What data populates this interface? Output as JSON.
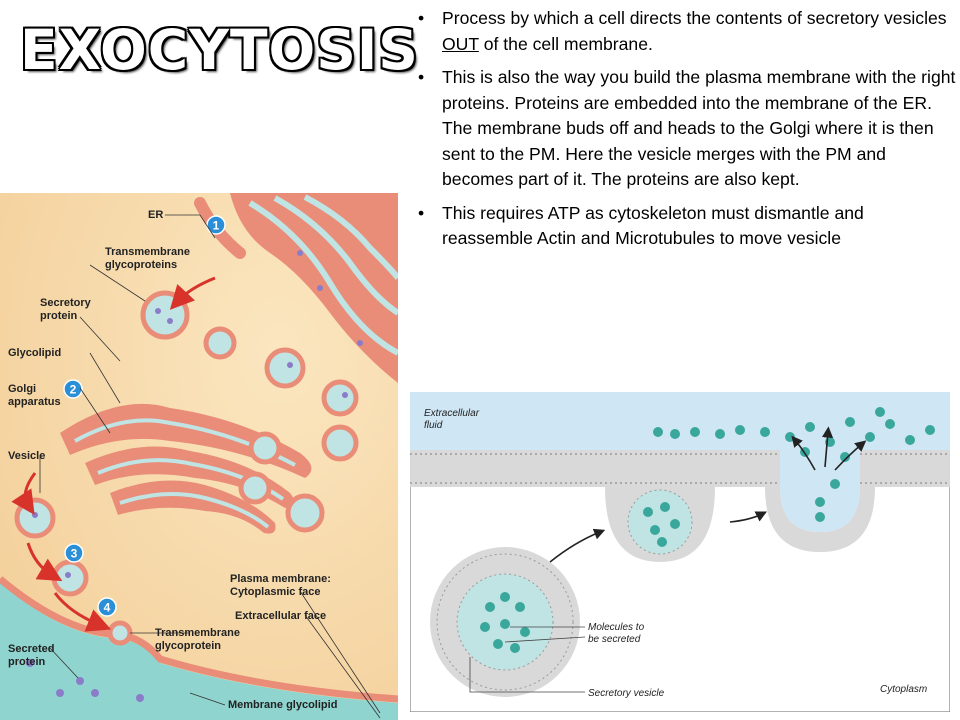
{
  "title": "EXOCYTOSIS",
  "bullets": [
    {
      "parts": [
        "Process by which a cell directs the contents of secretory vesicles ",
        "OUT",
        " of the cell membrane."
      ]
    },
    {
      "text": "This is also the way you build the plasma membrane with the right proteins. Proteins are embedded into the membrane of the ER. The membrane buds off and heads to the Golgi where it is then sent to the PM. Here the vesicle merges with the PM and becomes part of it. The proteins are also kept."
    },
    {
      "text": "This requires ATP as cytoskeleton must dismantle and reassemble Actin and Microtubules to move vesicle"
    }
  ],
  "bullet_symbol": "•",
  "figure1": {
    "labels": {
      "er": "ER",
      "tm_glyco_1": "Transmembrane",
      "tm_glyco_2": "glycoproteins",
      "secretory_1": "Secretory",
      "secretory_2": "protein",
      "glycolipid": "Glycolipid",
      "golgi_1": "Golgi",
      "golgi_2": "apparatus",
      "vesicle": "Vesicle",
      "plasma_membrane": "Plasma membrane:",
      "cytoplasmic_face": "Cytoplasmic face",
      "extracellular_face": "Extracellular face",
      "tm_glyco_b1": "Transmembrane",
      "tm_glyco_b2": "glycoprotein",
      "secreted_1": "Secreted",
      "secreted_2": "protein",
      "membrane_glycolipid": "Membrane glycolipid"
    },
    "steps": [
      "1",
      "2",
      "3",
      "4"
    ]
  },
  "figure2": {
    "labels": {
      "extracellular_1": "Extracellular",
      "extracellular_2": "fluid",
      "molecules_1": "Molecules to",
      "molecules_2": "be secreted",
      "secretory_vesicle": "Secretory vesicle",
      "cytoplasm": "Cytoplasm"
    }
  },
  "colors": {
    "golgi": "#e98d78",
    "lumen": "#bfe4e3",
    "cytoplasm_left": "#f9dcae",
    "extracellular_left": "#8fd4cf",
    "step_circle": "#2a8fd6",
    "arrow": "#d8332a",
    "molecule": "#3aa79c",
    "sky": "#cfe6f4"
  }
}
